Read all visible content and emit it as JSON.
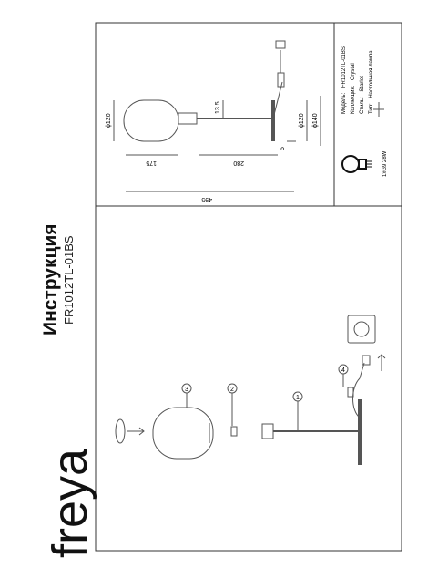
{
  "brand": {
    "logo": "freya"
  },
  "header": {
    "title": "Инструкция",
    "model_code": "FR1012TL-01BS"
  },
  "assembly": {
    "callouts": [
      "1",
      "2",
      "3",
      "4"
    ]
  },
  "dimensions": {
    "shade_diameter": "ϕ120",
    "shade_width": "175",
    "arm_length": "280",
    "total_length": "495",
    "height_offset": "13.5",
    "base_offset": "5",
    "base_diameter_top": "ϕ120",
    "base_diameter_bottom": "ϕ140"
  },
  "spec_table": {
    "rows": [
      {
        "label": "Модель:",
        "value": "FR1012TL-01BS"
      },
      {
        "label": "Коллекция:",
        "value": "Crystal"
      },
      {
        "label": "Стиль:",
        "value": "Starlet"
      },
      {
        "label": "Тип:",
        "value": "Настольная лампа"
      }
    ],
    "bulb": "1xG9 28W"
  }
}
